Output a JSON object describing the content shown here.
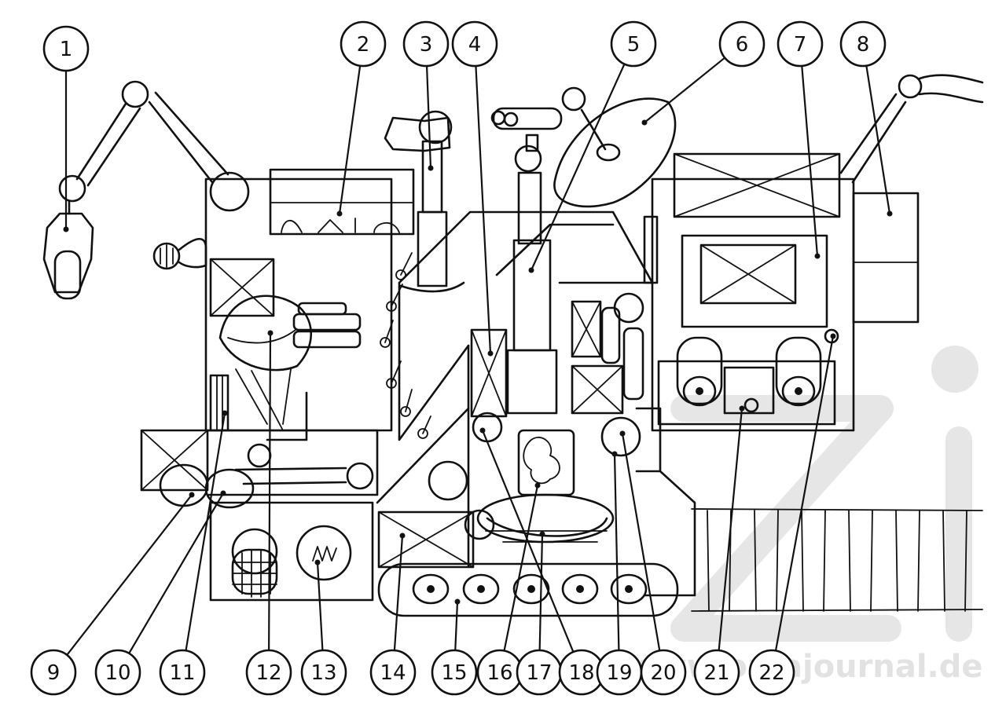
{
  "diagram": {
    "callouts": [
      {
        "id": "callout-1",
        "label": "1"
      },
      {
        "id": "callout-2",
        "label": "2"
      },
      {
        "id": "callout-3",
        "label": "3"
      },
      {
        "id": "callout-4",
        "label": "4"
      },
      {
        "id": "callout-5",
        "label": "5"
      },
      {
        "id": "callout-6",
        "label": "6"
      },
      {
        "id": "callout-7",
        "label": "7"
      },
      {
        "id": "callout-8",
        "label": "8"
      },
      {
        "id": "callout-9",
        "label": "9"
      },
      {
        "id": "callout-10",
        "label": "10"
      },
      {
        "id": "callout-11",
        "label": "11"
      },
      {
        "id": "callout-12",
        "label": "12"
      },
      {
        "id": "callout-13",
        "label": "13"
      },
      {
        "id": "callout-14",
        "label": "14"
      },
      {
        "id": "callout-15",
        "label": "15"
      },
      {
        "id": "callout-16",
        "label": "16"
      },
      {
        "id": "callout-17",
        "label": "17"
      },
      {
        "id": "callout-18",
        "label": "18"
      },
      {
        "id": "callout-19",
        "label": "19"
      },
      {
        "id": "callout-20",
        "label": "20"
      },
      {
        "id": "callout-21",
        "label": "21"
      },
      {
        "id": "callout-22",
        "label": "22"
      }
    ],
    "watermark": "www.orzajournal.de"
  }
}
